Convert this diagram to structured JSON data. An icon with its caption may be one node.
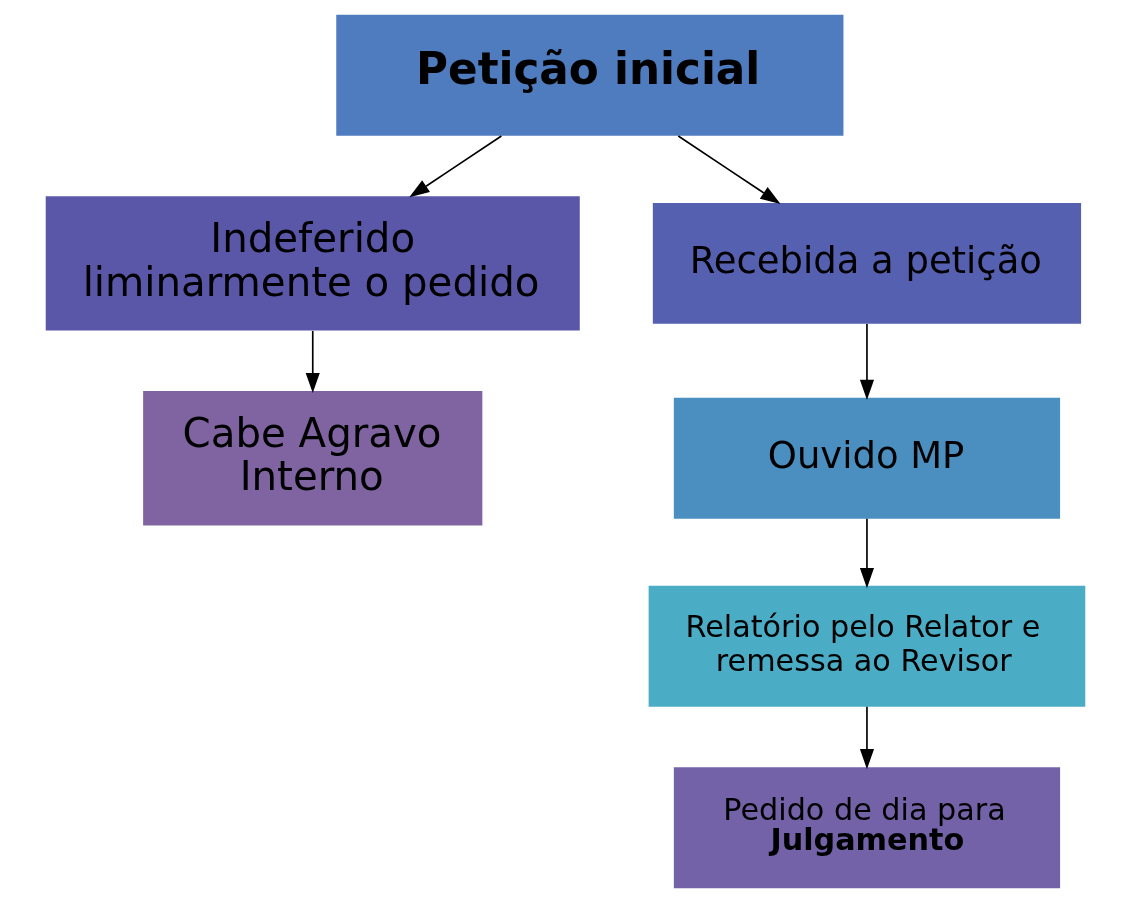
{
  "diagram": {
    "nodes": [
      {
        "text": [
          "Petição inicial"
        ]
      },
      {
        "text": [
          "Indeferido liminarmente o pedido"
        ]
      },
      {
        "text": [
          "Recebida a petição"
        ]
      },
      {
        "text": [
          "Cabe Agravo Interno"
        ]
      },
      {
        "text": [
          "Ouvido MP"
        ]
      },
      {
        "text": [
          "Relatório pelo Relator e remessa ao Revisor"
        ]
      },
      {
        "text": [
          "Pedido de dia para **Julgamento**"
        ]
      }
    ],
    "edges": [
      {
        "from": 0,
        "to": 1,
        "arrow": "to"
      },
      {
        "from": 0,
        "to": 2,
        "arrow": "to"
      },
      {
        "from": 1,
        "to": 3,
        "arrow": "to"
      },
      {
        "from": 2,
        "to": 4,
        "arrow": "to"
      },
      {
        "from": 4,
        "to": 5,
        "arrow": "to"
      },
      {
        "from": 5,
        "to": 6,
        "arrow": "to"
      }
    ]
  }
}
